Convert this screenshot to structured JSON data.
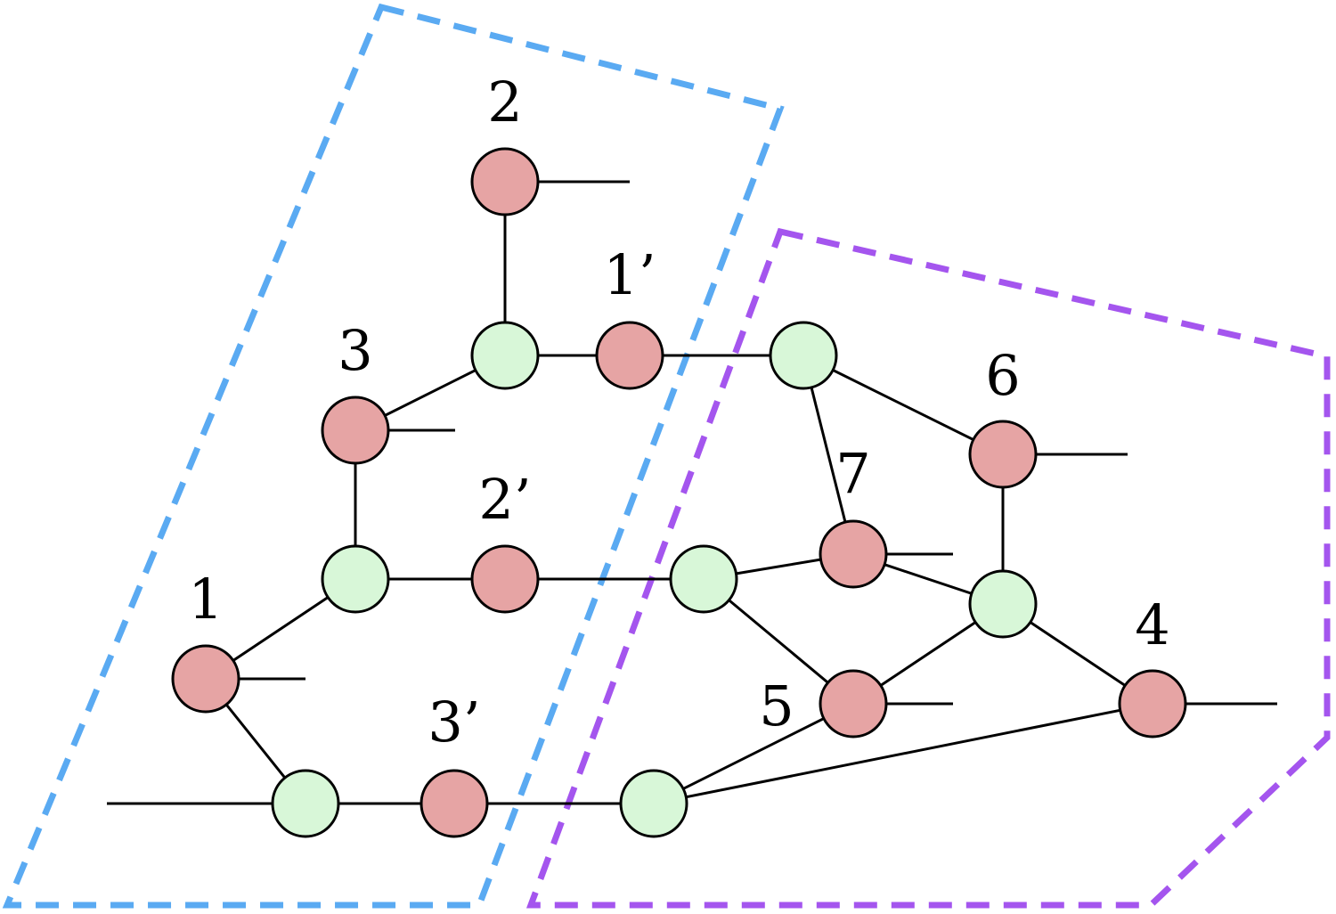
{
  "colors": {
    "red_node": "#e6a4a4",
    "green_node": "#d8f7d8",
    "blue_region": "#5aaaf2",
    "purple_region": "#a455ee",
    "edge": "#000000"
  },
  "regions": [
    {
      "id": "blue",
      "color_key": "blue_region"
    },
    {
      "id": "purple",
      "color_key": "purple_region"
    }
  ],
  "labels": {
    "n1": "1",
    "n2": "2",
    "n3": "3",
    "n4": "4",
    "n5": "5",
    "n6": "6",
    "n7": "7",
    "n1p": "1’",
    "n2p": "2’",
    "n3p": "3’"
  },
  "nodes": [
    {
      "id": "n2",
      "kind": "red",
      "label_key": "n2"
    },
    {
      "id": "n1p",
      "kind": "red",
      "label_key": "n1p"
    },
    {
      "id": "n3",
      "kind": "red",
      "label_key": "n3"
    },
    {
      "id": "n2p",
      "kind": "red",
      "label_key": "n2p"
    },
    {
      "id": "n1",
      "kind": "red",
      "label_key": "n1"
    },
    {
      "id": "n3p",
      "kind": "red",
      "label_key": "n3p"
    },
    {
      "id": "n6",
      "kind": "red",
      "label_key": "n6"
    },
    {
      "id": "n7",
      "kind": "red",
      "label_key": "n7"
    },
    {
      "id": "n5",
      "kind": "red",
      "label_key": "n5"
    },
    {
      "id": "n4",
      "kind": "red",
      "label_key": "n4"
    },
    {
      "id": "gA",
      "kind": "green"
    },
    {
      "id": "gB",
      "kind": "green"
    },
    {
      "id": "gC",
      "kind": "green"
    },
    {
      "id": "gD",
      "kind": "green"
    },
    {
      "id": "gE",
      "kind": "green"
    },
    {
      "id": "gF",
      "kind": "green"
    },
    {
      "id": "gG",
      "kind": "green"
    }
  ],
  "edges": [
    [
      "n2",
      "gA"
    ],
    [
      "gA",
      "n1p"
    ],
    [
      "n1p",
      "gB"
    ],
    [
      "gA",
      "n3"
    ],
    [
      "n3",
      "gC"
    ],
    [
      "gC",
      "n2p"
    ],
    [
      "n2p",
      "gE"
    ],
    [
      "gC",
      "n1"
    ],
    [
      "n1",
      "gD"
    ],
    [
      "gD",
      "n3p"
    ],
    [
      "n3p",
      "gG"
    ],
    [
      "gB",
      "n6"
    ],
    [
      "gB",
      "n7"
    ],
    [
      "n6",
      "gF"
    ],
    [
      "gE",
      "n7"
    ],
    [
      "n7",
      "gF"
    ],
    [
      "gE",
      "n5"
    ],
    [
      "n5",
      "gF"
    ],
    [
      "gF",
      "n4"
    ],
    [
      "gG",
      "n5"
    ],
    [
      "gG",
      "n4"
    ]
  ],
  "dangling_edges": [
    "n2",
    "n3",
    "n1",
    "gD",
    "n6",
    "n7",
    "n5",
    "n4"
  ]
}
